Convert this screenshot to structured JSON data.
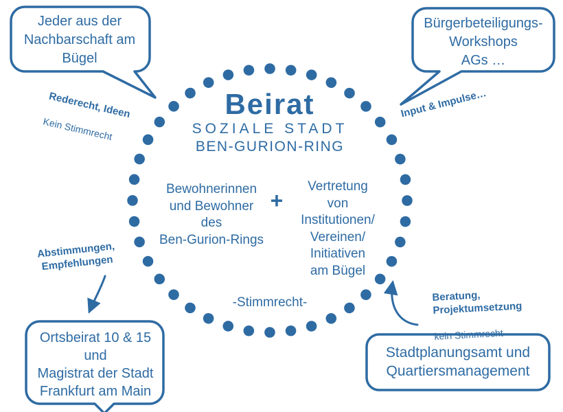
{
  "colors": {
    "blue": "#2e6ba3",
    "background": "#ffffff"
  },
  "circle": {
    "title": "Beirat",
    "subtitle_line1": "SOZIALE STADT",
    "subtitle_line2": "BEN-GURION-RING",
    "left_member": "Bewohnerinnen\nund Bewohner\ndes\nBen-Gurion-Rings",
    "plus_sign": "+",
    "right_member": "Vertretung\nvon\nInstitutionen/\nVereinen/\nInitiativen\nam Bügel",
    "voting_note": "-Stimmrecht-"
  },
  "bubbles": {
    "top_left": "Jeder aus der\nNachbarschaft am\nBügel",
    "top_right": "Bürgerbeteiligungs-\nWorkshops\nAGs …",
    "bottom_left": "Ortsbeirat 10 & 15\nund\nMagistrat der Stadt\nFrankfurt am Main",
    "bottom_right": "Stadtplanungsamt und\nQuartiersmanagement"
  },
  "notes": {
    "top_left_bold": "Rederecht, Ideen",
    "top_left_regular": "Kein Stimmrecht",
    "top_right_bold": "Input & Impulse…",
    "left_bold": "Abstimmungen,\nEmpfehlungen",
    "right_bold": "Beratung,\nProjektumsetzung",
    "right_regular": "kein Stimmrecht"
  }
}
